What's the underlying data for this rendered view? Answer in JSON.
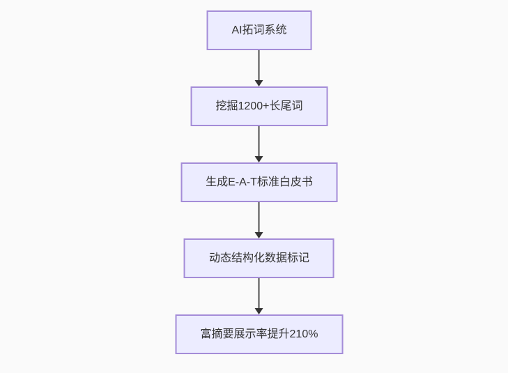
{
  "diagram": {
    "type": "flowchart",
    "direction": "top-down",
    "nodes": [
      {
        "id": "n1",
        "label": "AI拓词系统"
      },
      {
        "id": "n2",
        "label": "挖掘1200+长尾词"
      },
      {
        "id": "n3",
        "label": "生成E-A-T标准白皮书"
      },
      {
        "id": "n4",
        "label": "动态结构化数据标记"
      },
      {
        "id": "n5",
        "label": "富摘要展示率提升210%"
      }
    ],
    "edges": [
      {
        "from": "n1",
        "to": "n2"
      },
      {
        "from": "n2",
        "to": "n3"
      },
      {
        "from": "n3",
        "to": "n4"
      },
      {
        "from": "n4",
        "to": "n5"
      }
    ],
    "colors": {
      "background": "#fafafa",
      "node_fill": "#ECECFF",
      "node_border": "#a48cd8",
      "node_text": "#333333",
      "arrow": "#333333"
    }
  }
}
